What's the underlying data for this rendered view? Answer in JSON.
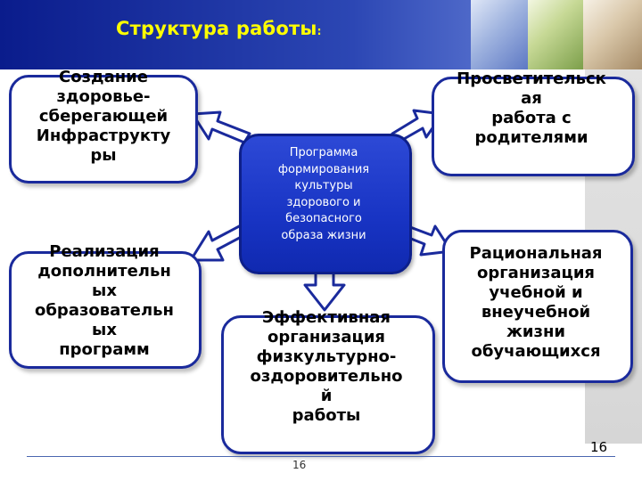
{
  "header": {
    "title": "Структура работы",
    "title_colon": ":"
  },
  "center": {
    "text": "Программа\nформирования\nкультуры\nздорового и\nбезопасного\nобраза жизни"
  },
  "boxes": {
    "infrastructure": "Создание\nздоровье-\nсберегающей\nИнфраструкту\nры",
    "parents": "Просветительск\nая\nработа с\nродителями",
    "additional": "Реализация\nдополнительн\nых\nобразовательн\nых\nпрограмм",
    "rational": "Рациональная\nорганизация\nучебной и\nвнеучебной\nжизни\nобучающихся",
    "sport": "Эффективная\nорганизация\nфизкультурно-\nоздоровительно\nй\nработы"
  },
  "footer": {
    "page_number": "16",
    "page_number_small": "16"
  },
  "colors": {
    "header": "#0a1c8c",
    "title": "#ffff00",
    "box_border": "#1a2a9c",
    "center_fill": "#1834c4",
    "arrow_fill": "#ffffff"
  }
}
